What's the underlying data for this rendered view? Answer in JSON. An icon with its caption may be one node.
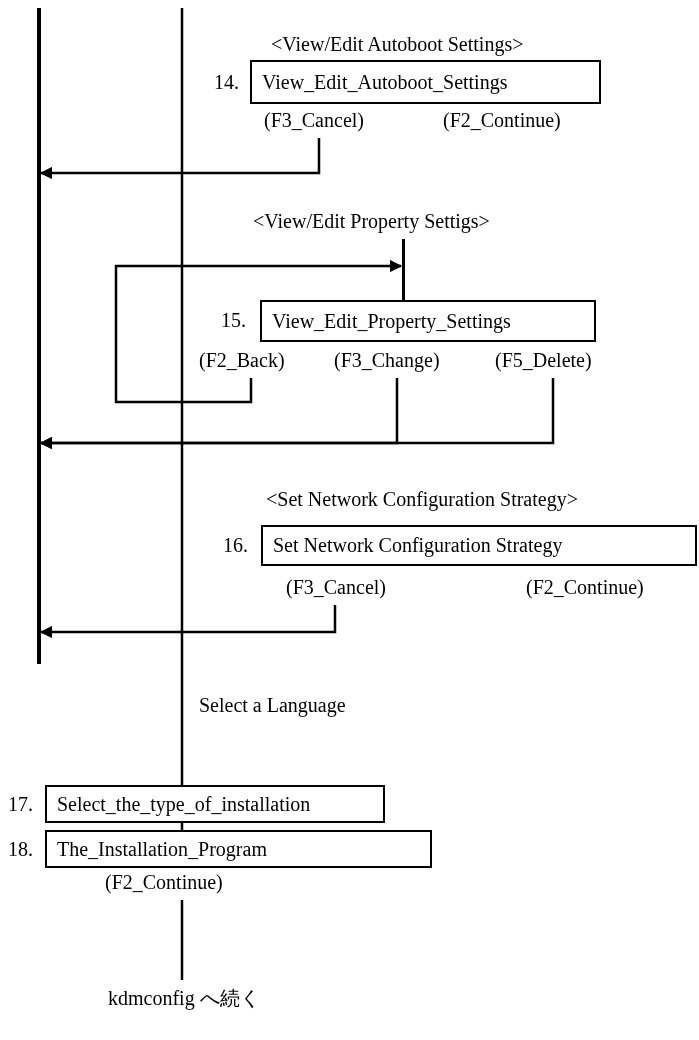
{
  "diagram": {
    "nodes": [
      {
        "text": [],
        "shape": "bar"
      },
      {
        "text": [
          "<View/Edit Autoboot Settings>",
          "View_Edit_Autoboot_Settings"
        ],
        "beside": [
          "14.",
          "(F2_Continue)"
        ]
      },
      {
        "text": [
          "(F3_Cancel)"
        ]
      },
      {
        "text": [
          "<View/Edit Property Settigs>",
          "View_Edit_Property_Settings"
        ],
        "beside": [
          "15."
        ]
      },
      {
        "text": [
          "(F2_Back)"
        ]
      },
      {
        "text": [
          "(F3_Change)"
        ]
      },
      {
        "text": [
          "(F5_Delete)"
        ]
      },
      {
        "text": [
          "<Set Network Configuration Strategy>",
          "Set Network Configuration Strategy"
        ],
        "beside": [
          "16.",
          "(F2_Continue)"
        ]
      },
      {
        "text": [
          "(F3_Cancel)"
        ]
      },
      {
        "text": [
          "Select_the_type_of_installation"
        ],
        "beside": [
          "17."
        ]
      },
      {
        "text": [
          "The_Installation_Program"
        ],
        "beside": [
          "18."
        ]
      },
      {
        "text": [
          "(F2_Continue)"
        ]
      },
      {
        "text": [
          "kdmconfig へ続く"
        ]
      }
    ],
    "edges": [
      {
        "from": 2,
        "to": 0,
        "arrow": "to"
      },
      {
        "from": 4,
        "to": 3,
        "arrow": "to"
      },
      {
        "from": 5,
        "to": 0,
        "arrow": "to"
      },
      {
        "from": 6,
        "to": 0,
        "arrow": "to"
      },
      {
        "from": 8,
        "to": 0,
        "arrow": "to"
      },
      {
        "from": null,
        "to": 9,
        "arrow": "none"
      },
      {
        "from": 9,
        "to": 10,
        "arrow": "none"
      },
      {
        "from": 11,
        "to": 12,
        "arrow": "none"
      }
    ],
    "labels": [
      "Select a Language"
    ]
  }
}
